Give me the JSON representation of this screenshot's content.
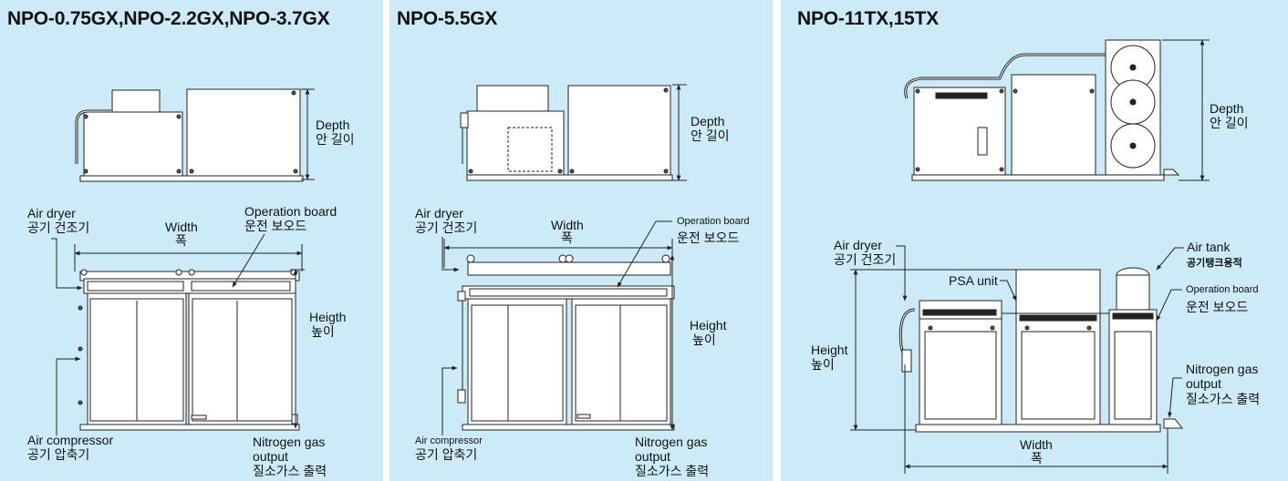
{
  "panels": [
    {
      "title": "NPO-0.75GX,NPO-2.2GX,NPO-3.7GX",
      "labels": {
        "depth": "Depth",
        "depth_ko": "안 길이",
        "air_dryer": "Air dryer",
        "air_dryer_ko": "공기 건조기",
        "width": "Width",
        "width_ko": "폭",
        "operation_board": "Operation board",
        "operation_board_ko": "운전 보오드",
        "height": "Heigth",
        "height_ko": "높이",
        "air_compressor": "Air compressor",
        "air_compressor_ko": "공기 압축기",
        "nitrogen_1": "Nitrogen gas",
        "nitrogen_2": "output",
        "nitrogen_ko": "질소가스 출력"
      }
    },
    {
      "title": "NPO-5.5GX",
      "labels": {
        "depth": "Depth",
        "depth_ko": "안 길이",
        "air_dryer": "Air dryer",
        "air_dryer_ko": "공기 건조기",
        "width": "Width",
        "width_ko": "폭",
        "operation_board": "Operation board",
        "operation_board_ko": "운전 보오드",
        "height": "Height",
        "height_ko": "높이",
        "air_compressor": "Air compressor",
        "air_compressor_ko": "공기 압축기",
        "nitrogen_1": "Nitrogen gas",
        "nitrogen_2": "output",
        "nitrogen_ko": "질소가스 출력"
      }
    },
    {
      "title": "NPO-11TX,15TX",
      "labels": {
        "depth": "Depth",
        "depth_ko": "안 길이",
        "air_dryer": "Air dryer",
        "air_dryer_ko": "공기 건조기",
        "psa_unit": "PSA unit",
        "air_tank": "Air tank",
        "air_tank_ko": "공기탱크용적",
        "operation_board": "Operation board",
        "operation_board_ko": "운전 보오드",
        "height": "Height",
        "height_ko": "높이",
        "nitrogen_1": "Nitrogen gas",
        "nitrogen_2": "output",
        "nitrogen_ko": "질소가스 출력",
        "width": "Width",
        "width_ko": "폭"
      }
    }
  ],
  "colors": {
    "panel_background": "#cdeaf8",
    "drawing_fill": "#ffffff",
    "line": "#222222"
  }
}
